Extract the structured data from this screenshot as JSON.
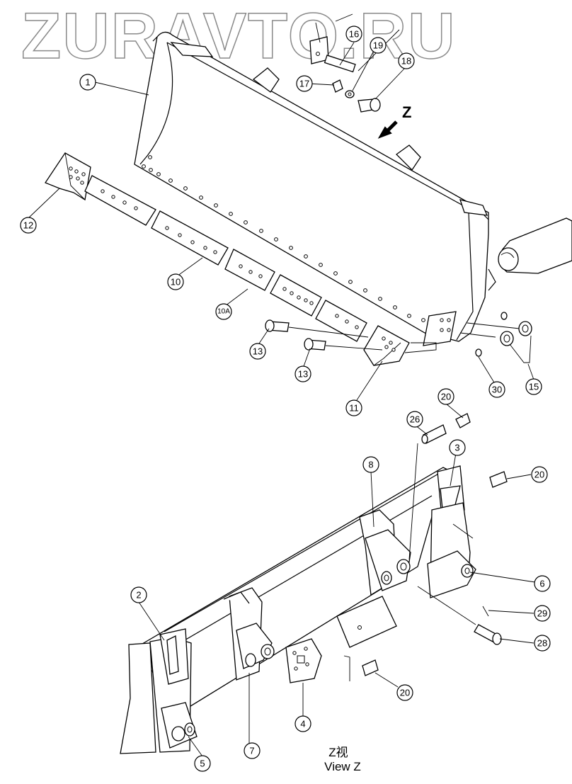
{
  "watermark": "ZURAVTO.RU",
  "view_arrow_label": "Z",
  "caption": {
    "line1": "Z视",
    "line2": "View Z"
  },
  "callouts": [
    {
      "id": "1",
      "label": "1"
    },
    {
      "id": "2",
      "label": "2"
    },
    {
      "id": "3",
      "label": "3"
    },
    {
      "id": "4",
      "label": "4"
    },
    {
      "id": "5",
      "label": "5"
    },
    {
      "id": "6",
      "label": "6"
    },
    {
      "id": "7",
      "label": "7"
    },
    {
      "id": "8",
      "label": "8"
    },
    {
      "id": "10",
      "label": "10"
    },
    {
      "id": "10A",
      "label": "10A"
    },
    {
      "id": "11",
      "label": "11"
    },
    {
      "id": "12",
      "label": "12"
    },
    {
      "id": "13a",
      "label": "13"
    },
    {
      "id": "13b",
      "label": "13"
    },
    {
      "id": "15",
      "label": "15"
    },
    {
      "id": "16",
      "label": "16"
    },
    {
      "id": "17",
      "label": "17"
    },
    {
      "id": "18",
      "label": "18"
    },
    {
      "id": "19",
      "label": "19"
    },
    {
      "id": "20a",
      "label": "20"
    },
    {
      "id": "20b",
      "label": "20"
    },
    {
      "id": "20c",
      "label": "20"
    },
    {
      "id": "26",
      "label": "26"
    },
    {
      "id": "28",
      "label": "28"
    },
    {
      "id": "29",
      "label": "29"
    },
    {
      "id": "30",
      "label": "30"
    }
  ]
}
